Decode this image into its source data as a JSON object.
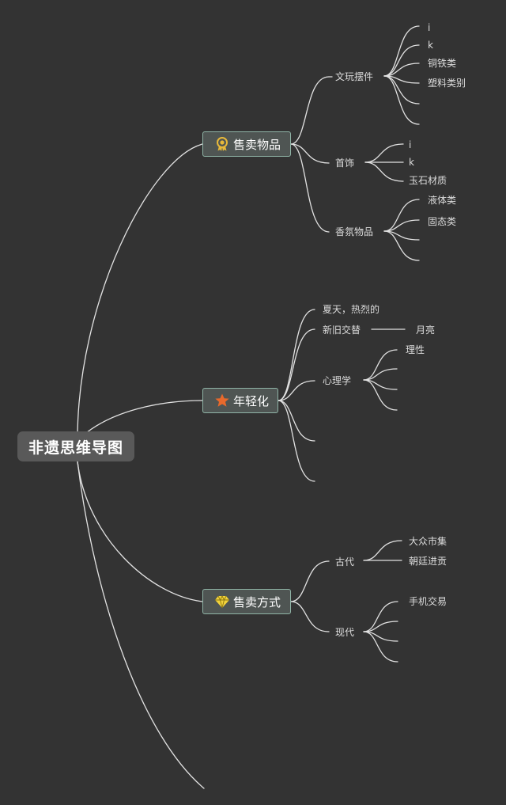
{
  "root": "非遗思维导图",
  "branches": [
    {
      "label": "售卖物品",
      "icon": "award-ribbon-icon",
      "children": [
        {
          "label": "文玩摆件",
          "children": [
            "i",
            "k",
            "铜铁类",
            "塑料类别",
            "",
            ""
          ]
        },
        {
          "label": "首饰",
          "children": [
            "i",
            "k",
            "玉石材质"
          ]
        },
        {
          "label": "香氛物品",
          "children": [
            "液体类",
            "固态类",
            "",
            ""
          ]
        }
      ]
    },
    {
      "label": "年轻化",
      "icon": "star-icon",
      "children": [
        {
          "label": "夏天，热烈的",
          "children": []
        },
        {
          "label": "新旧交替",
          "children": [
            "月亮"
          ]
        },
        {
          "label": "心理学",
          "children": [
            "理性",
            "",
            "",
            ""
          ]
        },
        {
          "label": "",
          "children": []
        },
        {
          "label": "",
          "children": []
        }
      ]
    },
    {
      "label": "售卖方式",
      "icon": "diamond-icon",
      "children": [
        {
          "label": "古代",
          "children": [
            "大众市集",
            "朝廷进贡"
          ]
        },
        {
          "label": "现代",
          "children": [
            "手机交易",
            "",
            "",
            ""
          ]
        }
      ]
    },
    {
      "label": "",
      "icon": "",
      "children": []
    }
  ],
  "colors": {
    "background": "#333333",
    "line": "#e2e2e2",
    "root_fill": "#595959",
    "main_fill": "#4f5553",
    "main_border": "#8fb4a6",
    "award_icon": "#e8b93a",
    "star_icon": "#e8692c",
    "diamond_icon": "#f2d33b"
  }
}
